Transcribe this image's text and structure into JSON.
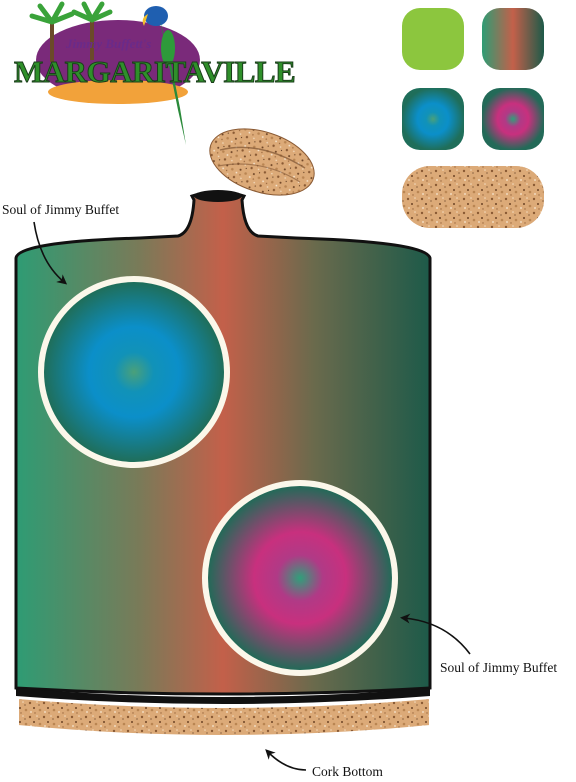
{
  "logo": {
    "top_text": "Jimmy Buffett's",
    "main_text": "MARGARITAVILLE"
  },
  "labels": {
    "soul_top": "Soul of Jimmy Buffet",
    "soul_right": "Soul of Jimmy Buffet",
    "cork_bottom": "Cork Bottom"
  },
  "colors": {
    "swatch_green": "#8cc63e",
    "jug_green": "#2f9a72",
    "jug_rust": "#c2614a",
    "jug_dark": "#1f5a48",
    "soul_blue": "#0f8fc8",
    "soul_pink": "#c8307e",
    "cork": "#d9a572"
  }
}
